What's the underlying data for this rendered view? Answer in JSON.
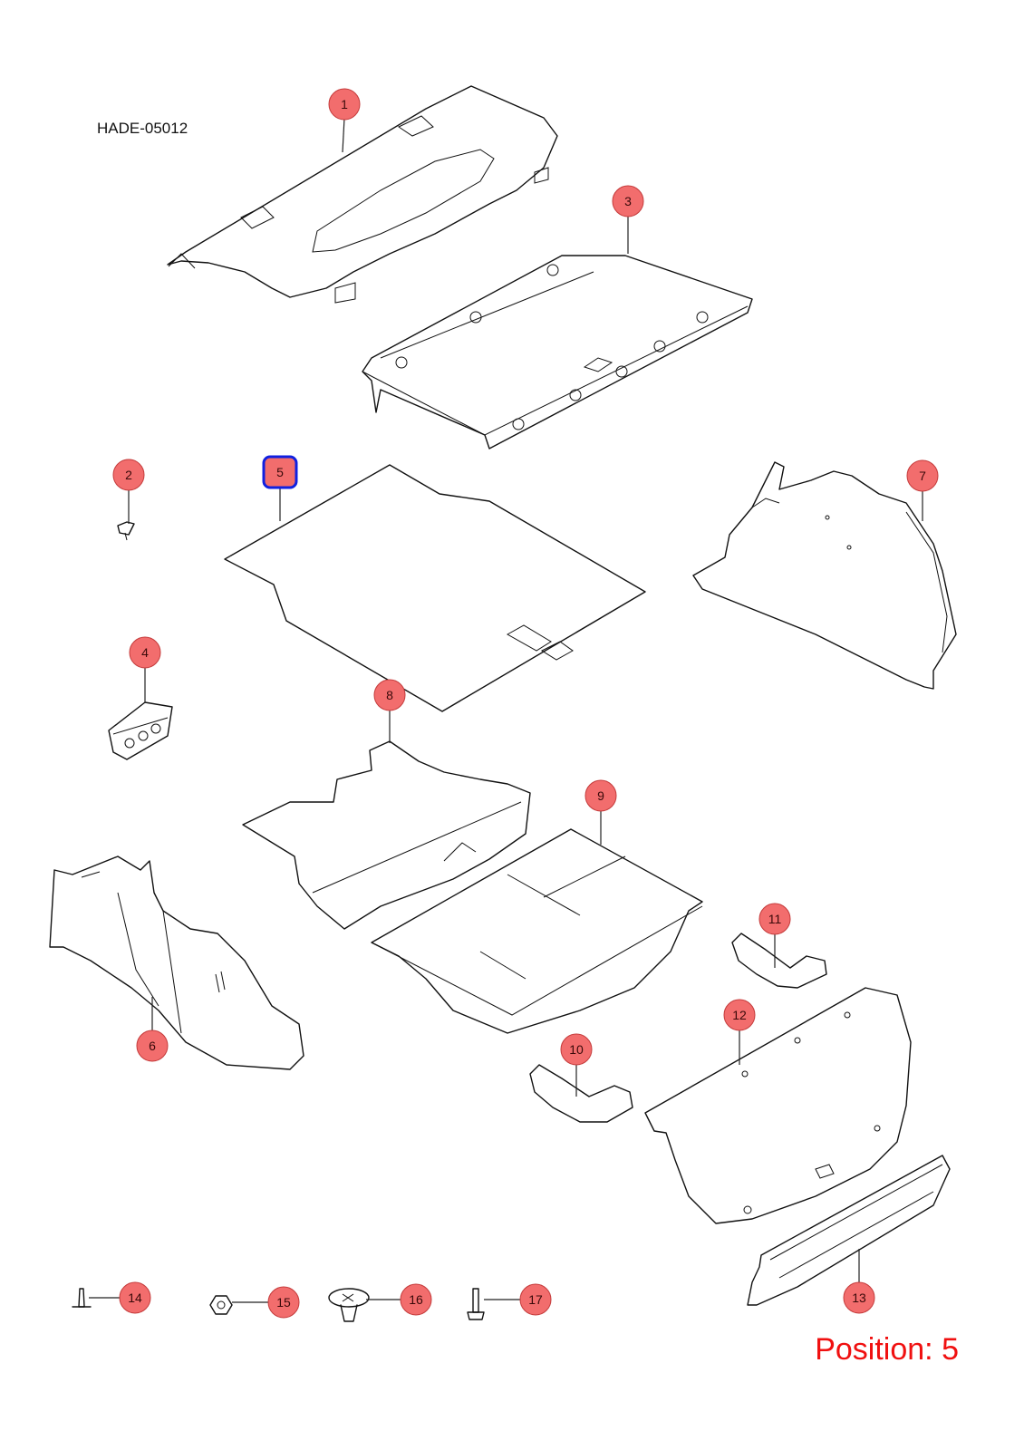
{
  "diagram": {
    "doc_id": "HADE-05012",
    "position_prefix": "Position:",
    "position_value": "5",
    "selected_callout": "5",
    "callouts": [
      {
        "id": "1",
        "label": "1"
      },
      {
        "id": "2",
        "label": "2"
      },
      {
        "id": "3",
        "label": "3"
      },
      {
        "id": "4",
        "label": "4"
      },
      {
        "id": "5",
        "label": "5"
      },
      {
        "id": "6",
        "label": "6"
      },
      {
        "id": "7",
        "label": "7"
      },
      {
        "id": "8",
        "label": "8"
      },
      {
        "id": "9",
        "label": "9"
      },
      {
        "id": "10",
        "label": "10"
      },
      {
        "id": "11",
        "label": "11"
      },
      {
        "id": "12",
        "label": "12"
      },
      {
        "id": "13",
        "label": "13"
      },
      {
        "id": "14",
        "label": "14"
      },
      {
        "id": "15",
        "label": "15"
      },
      {
        "id": "16",
        "label": "16"
      },
      {
        "id": "17",
        "label": "17"
      }
    ],
    "colors": {
      "callout_fill": "#f26d6d",
      "selection_outline": "#1020e0",
      "position_text": "#f01010"
    }
  }
}
